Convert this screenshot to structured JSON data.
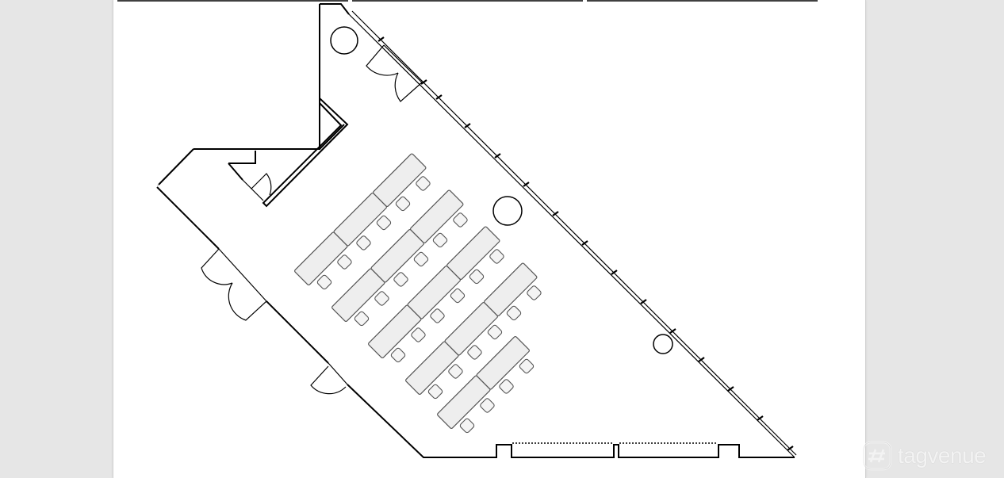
{
  "diagram": {
    "type": "floor-plan",
    "layout": "classroom",
    "table_rows": 5,
    "tables_per_row": [
      3,
      3,
      3,
      3,
      2
    ],
    "chairs_per_table": 2,
    "colors": {
      "wall": "#000000",
      "table_fill": "#eeeeee",
      "table_stroke": "#555555",
      "chair_fill": "#f4f4f4",
      "background": "#e6e6e6",
      "page": "#ffffff"
    }
  },
  "watermark": {
    "brand": "tagvenue",
    "icon": "tagvenue-logo-icon"
  }
}
